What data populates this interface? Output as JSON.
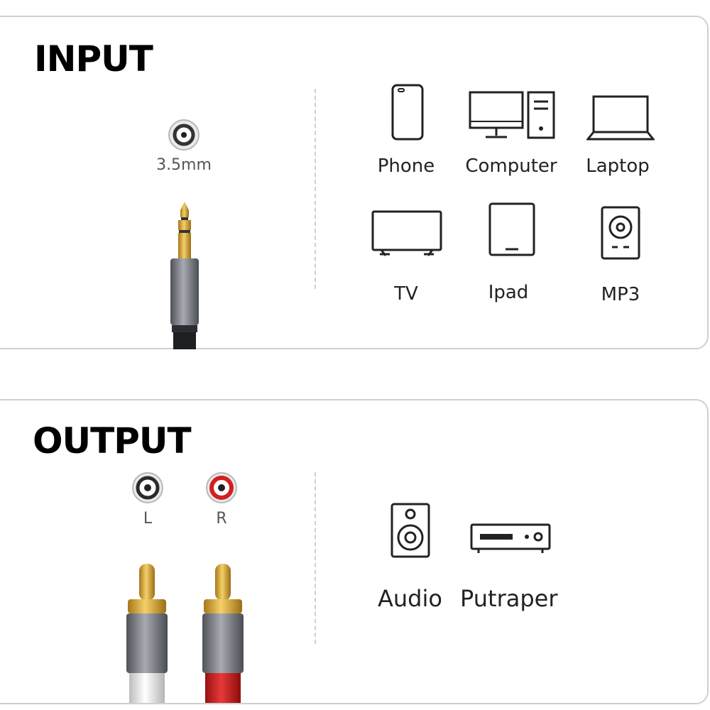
{
  "input": {
    "title": "INPUT",
    "port_label": "3.5mm",
    "devices": [
      {
        "label": "Phone",
        "icon": "phone-icon"
      },
      {
        "label": "Computer",
        "icon": "computer-icon"
      },
      {
        "label": "Laptop",
        "icon": "laptop-icon"
      },
      {
        "label": "TV",
        "icon": "tv-icon"
      },
      {
        "label": "Ipad",
        "icon": "tablet-icon"
      },
      {
        "label": "MP3",
        "icon": "speaker-icon"
      }
    ]
  },
  "output": {
    "title": "OUTPUT",
    "port_left_label": "L",
    "port_right_label": "R",
    "devices": [
      {
        "label": "Audio",
        "icon": "speaker-icon"
      },
      {
        "label": "Putraper",
        "icon": "amplifier-icon"
      }
    ]
  },
  "colors": {
    "gold": "#d4a22b",
    "plug_gray": "#6f737a",
    "jack_red": "#d21f1f",
    "jack_white": "#e6e6e6",
    "border": "#cfcfcf"
  }
}
